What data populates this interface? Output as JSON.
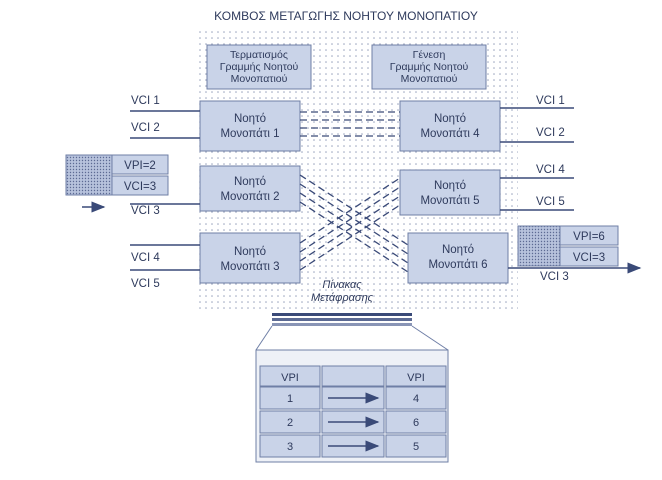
{
  "title": "ΚΟΜΒΟΣ ΜΕΤΑΓΩΓΗΣ ΝΟΗΤΟΥ ΜΟΝΟΠΑΤΙΟΥ",
  "termination": {
    "line1": "Τερματισμός",
    "line2": "Γραμμής Νοητού",
    "line3": "Μονοπατιού"
  },
  "genesis": {
    "line1": "Γένεση",
    "line2": "Γραμμής Νοητού",
    "line3": "Μονοπατιού"
  },
  "paths": [
    {
      "id": "p1",
      "line1": "Νοητό",
      "line2": "Μονοπάτι 1"
    },
    {
      "id": "p2",
      "line1": "Νοητό",
      "line2": "Μονοπάτι 2"
    },
    {
      "id": "p3",
      "line1": "Νοητό",
      "line2": "Μονοπάτι 3"
    },
    {
      "id": "p4",
      "line1": "Νοητό",
      "line2": "Μονοπάτι 4"
    },
    {
      "id": "p5",
      "line1": "Νοητό",
      "line2": "Μονοπάτι 5"
    },
    {
      "id": "p6",
      "line1": "Νοητό",
      "line2": "Μονοπάτι 6"
    }
  ],
  "left_vci": {
    "p1a": "VCI 1",
    "p1b": "VCI 2",
    "p2": "VCI 3",
    "p3a": "VCI 4",
    "p3b": "VCI 5"
  },
  "right_vci": {
    "p4a": "VCI 1",
    "p4b": "VCI 2",
    "p5a": "VCI 4",
    "p5b": "VCI 5",
    "p6": "VCI 3"
  },
  "input_cell": {
    "vpi": "VPI=2",
    "vci": "VCI=3"
  },
  "output_cell": {
    "vpi": "VPI=6",
    "vci": "VCI=3"
  },
  "translation_table": {
    "caption_line1": "Πίνακας",
    "caption_line2": "Μετάφρασης",
    "header_left": "VPI",
    "header_right": "VPI",
    "rows": [
      {
        "in": "1",
        "out": "4"
      },
      {
        "in": "2",
        "out": "6"
      },
      {
        "in": "3",
        "out": "5"
      }
    ]
  },
  "colors": {
    "box": "#c9d3e8",
    "line": "#3a4a78",
    "text": "#2e3a5c",
    "dots": "#9aa3bd"
  }
}
